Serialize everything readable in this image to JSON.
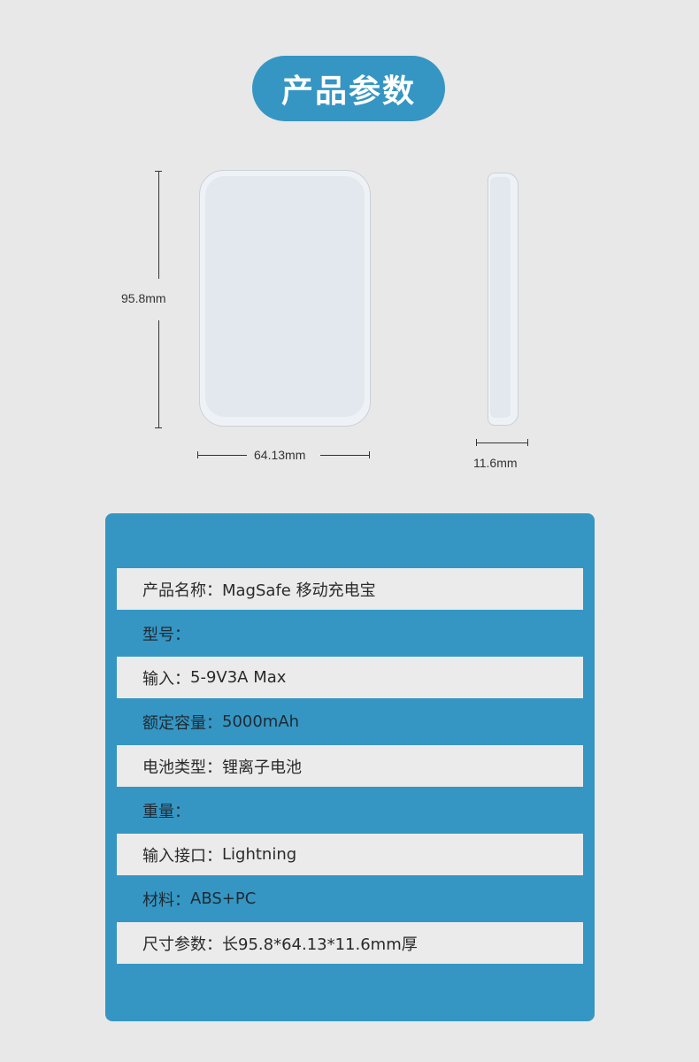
{
  "header": {
    "title": "产品参数"
  },
  "dimensions": {
    "height_label": "95.8mm",
    "width_label": "64.13mm",
    "thickness_label": "11.6mm"
  },
  "specs": [
    {
      "label": "产品名称：",
      "value": "MagSafe 移动充电宝"
    },
    {
      "label": "型号：",
      "value": ""
    },
    {
      "label": "输入：",
      "value": "5-9V3A Max"
    },
    {
      "label": "额定容量：",
      "value": "5000mAh"
    },
    {
      "label": "电池类型：",
      "value": "锂离子电池"
    },
    {
      "label": "重量：",
      "value": ""
    },
    {
      "label": "输入接口：",
      "value": "Lightning"
    },
    {
      "label": "材料：",
      "value": "ABS+PC"
    },
    {
      "label": "尺寸参数：",
      "value": "长95.8*64.13*11.6mm厚"
    }
  ],
  "colors": {
    "accent": "#3596c3",
    "row_light": "#ebebeb",
    "background": "#e8e8e9"
  }
}
